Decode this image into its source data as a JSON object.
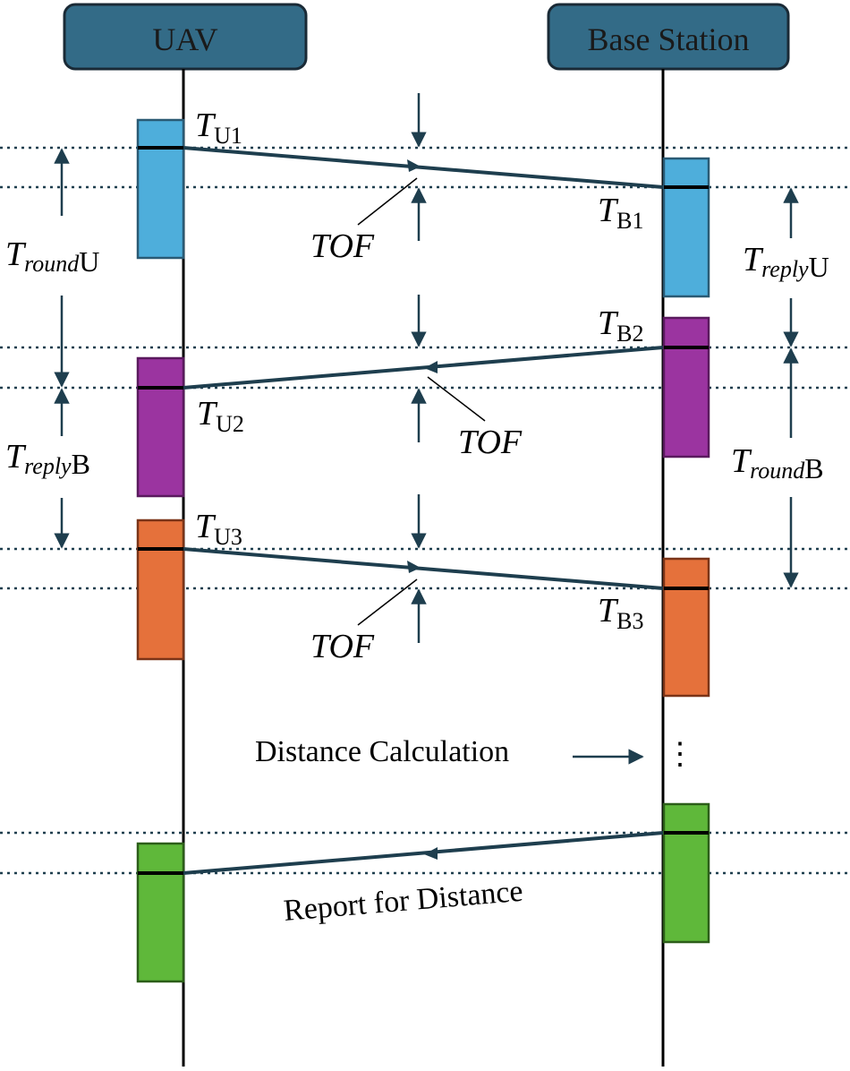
{
  "header": {
    "left_label": "UAV",
    "right_label": "Base Station"
  },
  "colors": {
    "header_fill": "#336b87",
    "header_stroke": "#1a2a36",
    "blue": "#4eaedb",
    "purple": "#9b34a0",
    "orange": "#e5713b",
    "green": "#5fb83a",
    "signal": "#1e3e4e"
  },
  "timestamps": {
    "tu1": {
      "main": "T",
      "sub": "U1"
    },
    "tb1": {
      "main": "T",
      "sub": "B1"
    },
    "tb2": {
      "main": "T",
      "sub": "B2"
    },
    "tu2": {
      "main": "T",
      "sub": "U2"
    },
    "tu3": {
      "main": "T",
      "sub": "U3"
    },
    "tb3": {
      "main": "T",
      "sub": "B3"
    }
  },
  "intervals": {
    "round_u": {
      "main": "T",
      "sub_italic": "round",
      "sub_upright": "U"
    },
    "reply_b": {
      "main": "T",
      "sub_italic": "reply",
      "sub_upright": "B"
    },
    "reply_u": {
      "main": "T",
      "sub_italic": "reply",
      "sub_upright": "U"
    },
    "round_b": {
      "main": "T",
      "sub_italic": "round",
      "sub_upright": "B"
    }
  },
  "tof_labels": [
    "TOF",
    "TOF",
    "TOF"
  ],
  "notes": {
    "distance_calculation": "Distance Calculation",
    "report_for_distance": "Report for Distance",
    "ellipsis": "⋮"
  }
}
